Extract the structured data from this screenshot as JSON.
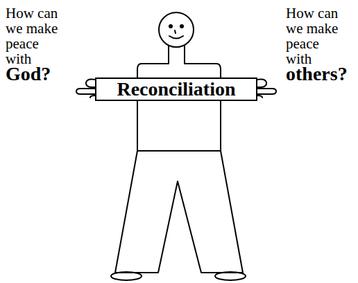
{
  "diagram": {
    "nodes": [
      {
        "text": [
          "Reconciliation"
        ]
      }
    ],
    "labels": [
      "How can we make peace with",
      "God?",
      "How can we make peace with",
      "others?"
    ]
  }
}
